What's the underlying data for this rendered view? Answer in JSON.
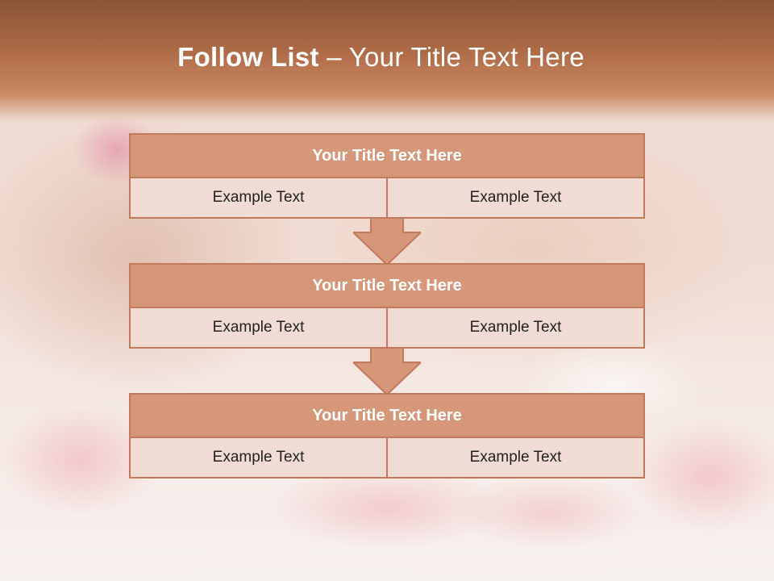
{
  "slide": {
    "title_bold": "Follow List",
    "title_rest": " – Your Title Text Here"
  },
  "steps": [
    {
      "title": "Your Title Text Here",
      "cells": [
        "Example Text",
        "Example Text"
      ]
    },
    {
      "title": "Your Title Text Here",
      "cells": [
        "Example Text",
        "Example Text"
      ]
    },
    {
      "title": "Your Title Text Here",
      "cells": [
        "Example Text",
        "Example Text"
      ]
    }
  ],
  "colors": {
    "header": "#b06c48",
    "step_title_fill": "#d5967a",
    "cell_fill": "#f0dcd4",
    "border": "#c07a5b"
  }
}
